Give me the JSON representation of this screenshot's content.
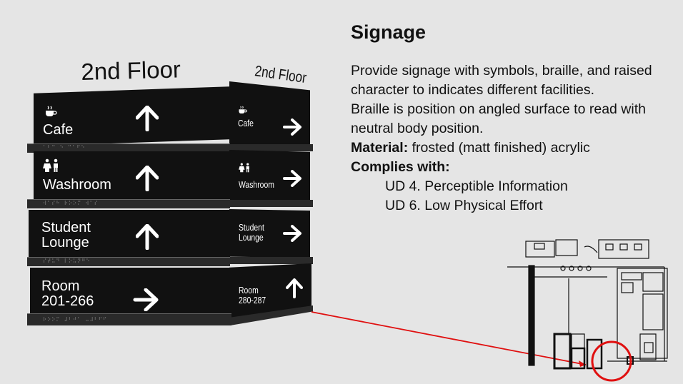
{
  "slide": {
    "title": "Signage",
    "paragraph_1": "Provide signage with symbols, braille, and raised character to indicates different facilities.",
    "paragraph_2": "Braille is position on angled surface to read with neutral body position.",
    "material_label": "Material:",
    "material_value": " frosted (matt finished) acrylic",
    "complies_label": "Complies with:",
    "complies_items": [
      "UD 4. Perceptible Information",
      "UD 6. Low Physical Effort"
    ]
  },
  "sign": {
    "floor_front": "2nd Floor",
    "floor_side": "2nd Floor",
    "panels": [
      {
        "front_label": [
          "Cafe"
        ],
        "side_label": [
          "Cafe"
        ],
        "icon": "coffee-cup-icon",
        "front_arrow": "up",
        "side_arrow": "right"
      },
      {
        "front_label": [
          "Washroom"
        ],
        "side_label": [
          "Washroom"
        ],
        "icon": "restroom-icon",
        "front_arrow": "up",
        "side_arrow": "right"
      },
      {
        "front_label": [
          "Student",
          "Lounge"
        ],
        "side_label": [
          "Student",
          "Lounge"
        ],
        "icon": "",
        "front_arrow": "up",
        "side_arrow": "right"
      },
      {
        "front_label": [
          "Room",
          "201-266"
        ],
        "side_label": [
          "Room",
          "280-287"
        ],
        "icon": "",
        "front_arrow": "right",
        "side_arrow": "up"
      }
    ]
  },
  "colors": {
    "background": "#e5e5e5",
    "sign_body": "#111111",
    "leader_line": "#e01010",
    "highlight_circle": "#e01010"
  }
}
